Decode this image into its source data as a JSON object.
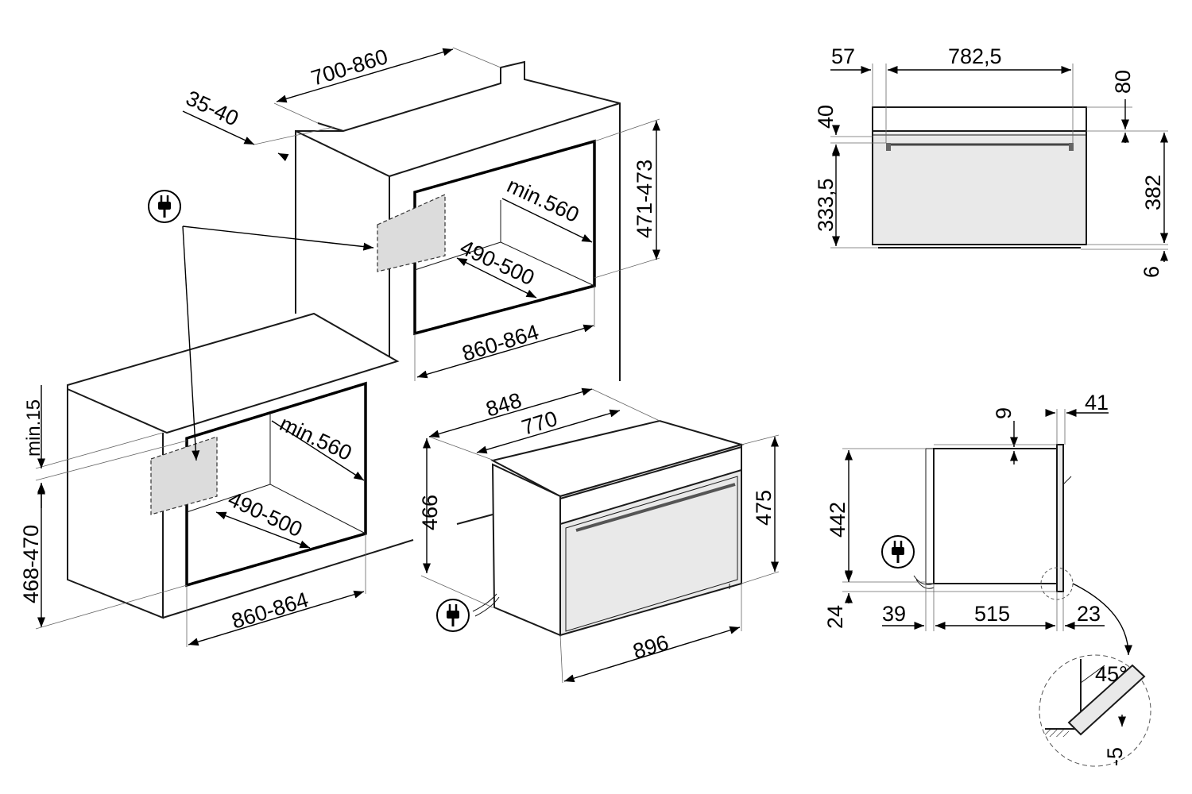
{
  "colors": {
    "line": "#1a1a1a",
    "panel_fill": "#dcdcdc",
    "oven_fill": "#e9e9e9"
  },
  "icons": {
    "plug": "power-plug-icon"
  },
  "upper_cabinet": {
    "depth_range": "700-860",
    "gap": "35-40",
    "min_depth": "min.560",
    "height": "471-473",
    "inner_depth": "490-500",
    "width": "860-864"
  },
  "lower_cabinet": {
    "min_gap": "min.15",
    "min_depth": "min.560",
    "inner_depth": "490-500",
    "height": "468-470",
    "width": "860-864"
  },
  "oven": {
    "total_width": "848",
    "inner_width": "770",
    "body_height": "466",
    "front_height": "475",
    "front_width": "896"
  },
  "front_view": {
    "side_offset": "57",
    "width": "782,5",
    "top": "80",
    "handle": "40",
    "lower_height": "333,5",
    "height": "382",
    "bottom": "6"
  },
  "side_view": {
    "top_gap": "9",
    "door_depth": "41",
    "height": "442",
    "bottom": "24",
    "back": "39",
    "depth": "515",
    "front": "23",
    "angle": "45°",
    "offset": "-5"
  }
}
